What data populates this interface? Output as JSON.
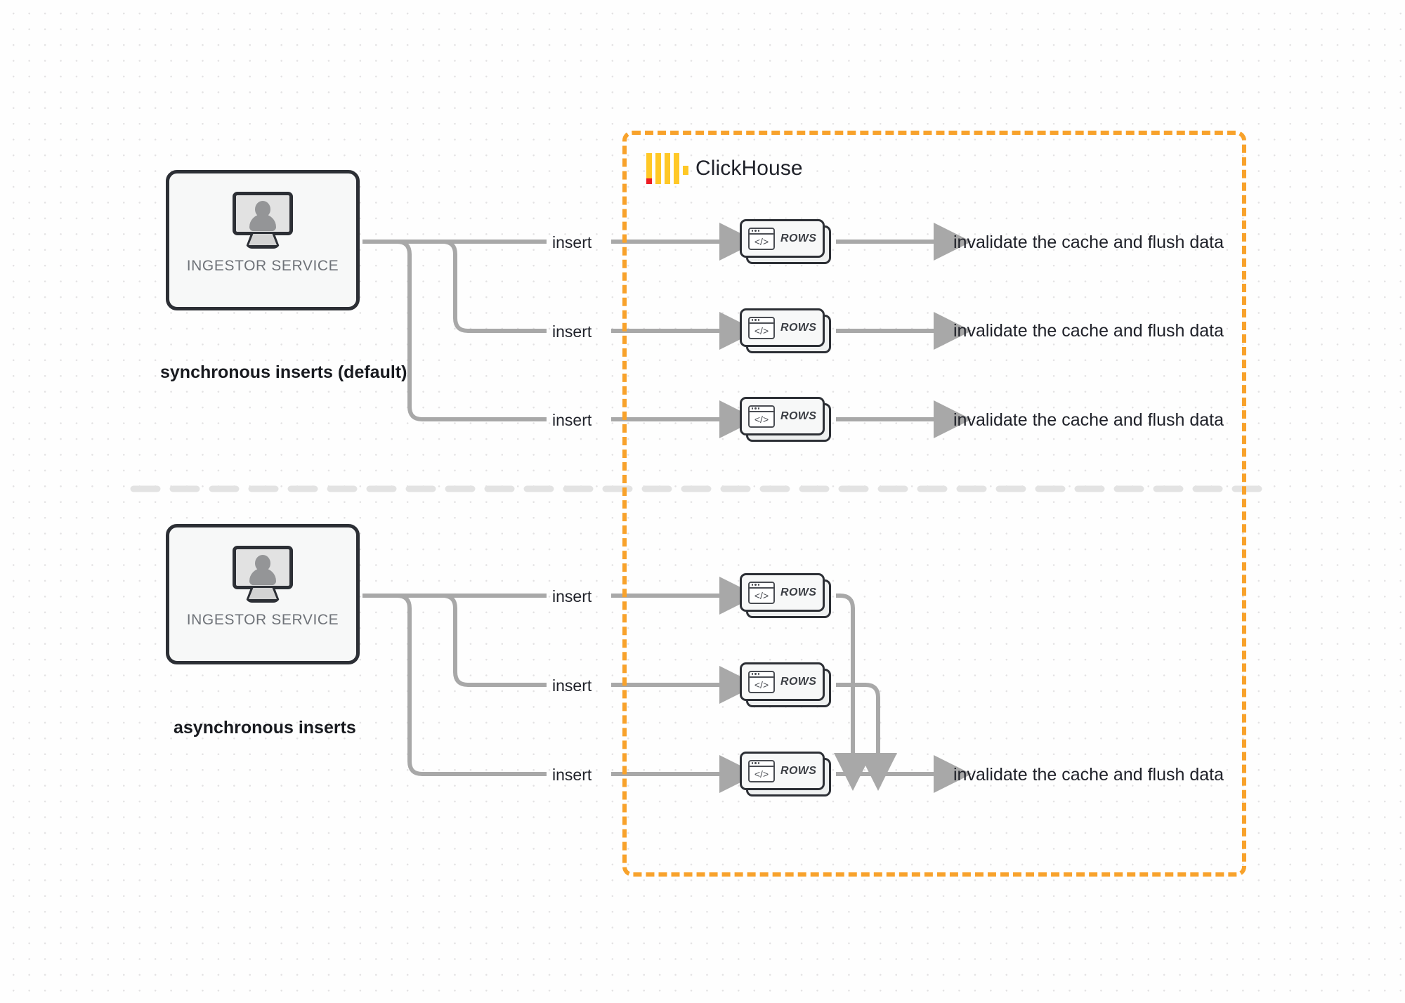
{
  "diagram": {
    "title": "ClickHouse synchronous vs asynchronous inserts",
    "colors": {
      "accent_orange": "#f8a22b",
      "logo_yellow": "#ffc826",
      "logo_red": "#ed1c24",
      "wire_gray": "#a8a8a8",
      "ink": "#20222a",
      "muted": "#6e7278"
    }
  },
  "clickhouse": {
    "title": "ClickHouse",
    "logo_name": "clickhouse-logo"
  },
  "sections": [
    {
      "id": "synchronous",
      "label": "synchronous inserts (default)",
      "service": {
        "label": "INGESTOR SERVICE",
        "icon": "monitor-user-icon"
      },
      "branches": [
        {
          "insert_label": "insert",
          "rows_label": "ROWS",
          "result_label": "invalidate the cache and flush data"
        },
        {
          "insert_label": "insert",
          "rows_label": "ROWS",
          "result_label": "invalidate the cache and flush data"
        },
        {
          "insert_label": "insert",
          "rows_label": "ROWS",
          "result_label": "invalidate the cache and flush data"
        }
      ]
    },
    {
      "id": "asynchronous",
      "label": "asynchronous inserts",
      "service": {
        "label": "INGESTOR SERVICE",
        "icon": "monitor-user-icon"
      },
      "branches": [
        {
          "insert_label": "insert",
          "rows_label": "ROWS",
          "result_label": ""
        },
        {
          "insert_label": "insert",
          "rows_label": "ROWS",
          "result_label": ""
        },
        {
          "insert_label": "insert",
          "rows_label": "ROWS",
          "result_label": "invalidate the cache and flush data"
        }
      ],
      "merged_result_label": "invalidate the cache and flush data"
    }
  ]
}
